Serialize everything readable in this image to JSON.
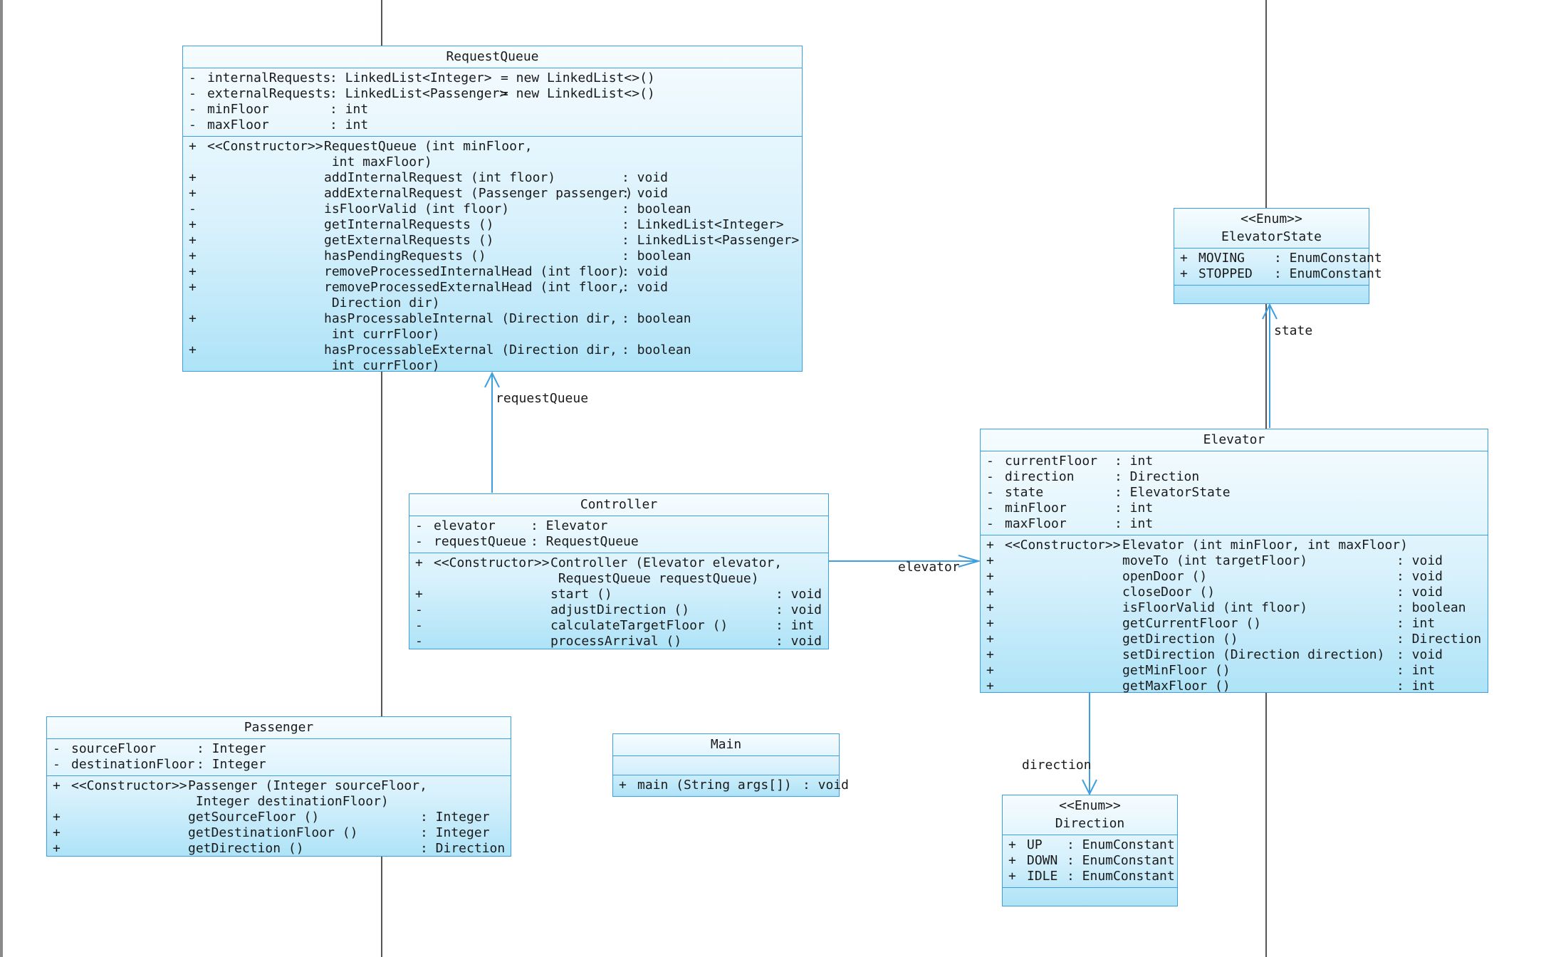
{
  "classes": {
    "request_queue": {
      "name": "RequestQueue",
      "attributes": [
        {
          "v": "-",
          "name": "internalRequests",
          "type": ": LinkedList<Integer>",
          "init": "= new LinkedList<>()"
        },
        {
          "v": "-",
          "name": "externalRequests",
          "type": ": LinkedList<Passenger>",
          "init": "= new LinkedList<>()"
        },
        {
          "v": "-",
          "name": "minFloor",
          "type": ": int",
          "init": ""
        },
        {
          "v": "-",
          "name": "maxFloor",
          "type": ": int",
          "init": ""
        }
      ],
      "operations": [
        {
          "v": "+",
          "stereo": "<<Constructor>>",
          "sig": "RequestQueue (int minFloor,",
          "cont": " int maxFloor)",
          "ret": ""
        },
        {
          "v": "+",
          "stereo": "",
          "sig": "addInternalRequest (int floor)",
          "cont": "",
          "ret": ": void"
        },
        {
          "v": "+",
          "stereo": "",
          "sig": "addExternalRequest (Passenger passenger)",
          "cont": "",
          "ret": ": void"
        },
        {
          "v": "-",
          "stereo": "",
          "sig": "isFloorValid (int floor)",
          "cont": "",
          "ret": ": boolean"
        },
        {
          "v": "+",
          "stereo": "",
          "sig": "getInternalRequests ()",
          "cont": "",
          "ret": ": LinkedList<Integer>"
        },
        {
          "v": "+",
          "stereo": "",
          "sig": "getExternalRequests ()",
          "cont": "",
          "ret": ": LinkedList<Passenger>"
        },
        {
          "v": "+",
          "stereo": "",
          "sig": "hasPendingRequests ()",
          "cont": "",
          "ret": ": boolean"
        },
        {
          "v": "+",
          "stereo": "",
          "sig": "removeProcessedInternalHead (int floor)",
          "cont": "",
          "ret": ": void"
        },
        {
          "v": "+",
          "stereo": "",
          "sig": "removeProcessedExternalHead (int floor,",
          "cont": " Direction dir)",
          "ret": ": void"
        },
        {
          "v": "+",
          "stereo": "",
          "sig": "hasProcessableInternal (Direction dir,",
          "cont": " int currFloor)",
          "ret": ": boolean"
        },
        {
          "v": "+",
          "stereo": "",
          "sig": "hasProcessableExternal (Direction dir,",
          "cont": " int currFloor)",
          "ret": ": boolean"
        }
      ]
    },
    "elevator_state": {
      "stereotype": "<<Enum>>",
      "name": "ElevatorState",
      "attributes": [
        {
          "v": "+",
          "name": "MOVING",
          "type": ": EnumConstant"
        },
        {
          "v": "+",
          "name": "STOPPED",
          "type": ": EnumConstant"
        }
      ]
    },
    "elevator": {
      "name": "Elevator",
      "attributes": [
        {
          "v": "-",
          "name": "currentFloor",
          "type": ": int"
        },
        {
          "v": "-",
          "name": "direction",
          "type": ": Direction"
        },
        {
          "v": "-",
          "name": "state",
          "type": ": ElevatorState"
        },
        {
          "v": "-",
          "name": "minFloor",
          "type": ": int"
        },
        {
          "v": "-",
          "name": "maxFloor",
          "type": ": int"
        }
      ],
      "operations": [
        {
          "v": "+",
          "stereo": "<<Constructor>>",
          "sig": "Elevator (int minFloor, int maxFloor)",
          "ret": ""
        },
        {
          "v": "+",
          "stereo": "",
          "sig": "moveTo (int targetFloor)",
          "ret": ": void"
        },
        {
          "v": "+",
          "stereo": "",
          "sig": "openDoor ()",
          "ret": ": void"
        },
        {
          "v": "+",
          "stereo": "",
          "sig": "closeDoor ()",
          "ret": ": void"
        },
        {
          "v": "+",
          "stereo": "",
          "sig": "isFloorValid (int floor)",
          "ret": ": boolean"
        },
        {
          "v": "+",
          "stereo": "",
          "sig": "getCurrentFloor ()",
          "ret": ": int"
        },
        {
          "v": "+",
          "stereo": "",
          "sig": "getDirection ()",
          "ret": ": Direction"
        },
        {
          "v": "+",
          "stereo": "",
          "sig": "setDirection (Direction direction)",
          "ret": ": void"
        },
        {
          "v": "+",
          "stereo": "",
          "sig": "getMinFloor ()",
          "ret": ": int"
        },
        {
          "v": "+",
          "stereo": "",
          "sig": "getMaxFloor ()",
          "ret": ": int"
        }
      ]
    },
    "controller": {
      "name": "Controller",
      "attributes": [
        {
          "v": "-",
          "name": "elevator",
          "type": ": Elevator"
        },
        {
          "v": "-",
          "name": "requestQueue",
          "type": ": RequestQueue"
        }
      ],
      "operations": [
        {
          "v": "+",
          "stereo": "<<Constructor>>",
          "sig": "Controller (Elevator elevator,",
          "cont": " RequestQueue requestQueue)",
          "ret": ""
        },
        {
          "v": "+",
          "stereo": "",
          "sig": "start ()",
          "cont": "",
          "ret": ": void"
        },
        {
          "v": "-",
          "stereo": "",
          "sig": "adjustDirection ()",
          "cont": "",
          "ret": ": void"
        },
        {
          "v": "-",
          "stereo": "",
          "sig": "calculateTargetFloor ()",
          "cont": "",
          "ret": ": int"
        },
        {
          "v": "-",
          "stereo": "",
          "sig": "processArrival ()",
          "cont": "",
          "ret": ": void"
        }
      ]
    },
    "passenger": {
      "name": "Passenger",
      "attributes": [
        {
          "v": "-",
          "name": "sourceFloor",
          "type": ": Integer"
        },
        {
          "v": "-",
          "name": "destinationFloor",
          "type": ": Integer"
        }
      ],
      "operations": [
        {
          "v": "+",
          "stereo": "<<Constructor>>",
          "sig": "Passenger (Integer sourceFloor,",
          "cont": " Integer destinationFloor)",
          "ret": ""
        },
        {
          "v": "+",
          "stereo": "",
          "sig": "getSourceFloor ()",
          "cont": "",
          "ret": ": Integer"
        },
        {
          "v": "+",
          "stereo": "",
          "sig": "getDestinationFloor ()",
          "cont": "",
          "ret": ": Integer"
        },
        {
          "v": "+",
          "stereo": "",
          "sig": "getDirection ()",
          "cont": "",
          "ret": ": Direction"
        }
      ]
    },
    "main": {
      "name": "Main",
      "operations": [
        {
          "v": "+",
          "sig": "main (String args[])",
          "ret": ": void"
        }
      ]
    },
    "direction": {
      "stereotype": "<<Enum>>",
      "name": "Direction",
      "attributes": [
        {
          "v": "+",
          "name": "UP",
          "type": ": EnumConstant"
        },
        {
          "v": "+",
          "name": "DOWN",
          "type": ": EnumConstant"
        },
        {
          "v": "+",
          "name": "IDLE",
          "type": ": EnumConstant"
        }
      ]
    }
  },
  "associations": {
    "request_queue": "requestQueue",
    "state": "state",
    "elevator": "elevator",
    "direction": "direction"
  },
  "colors": {
    "border": "#3d9fe0",
    "fill_top": "#f6fcff",
    "fill_bottom": "#aee3f7",
    "connector": "#3d9fe0"
  }
}
